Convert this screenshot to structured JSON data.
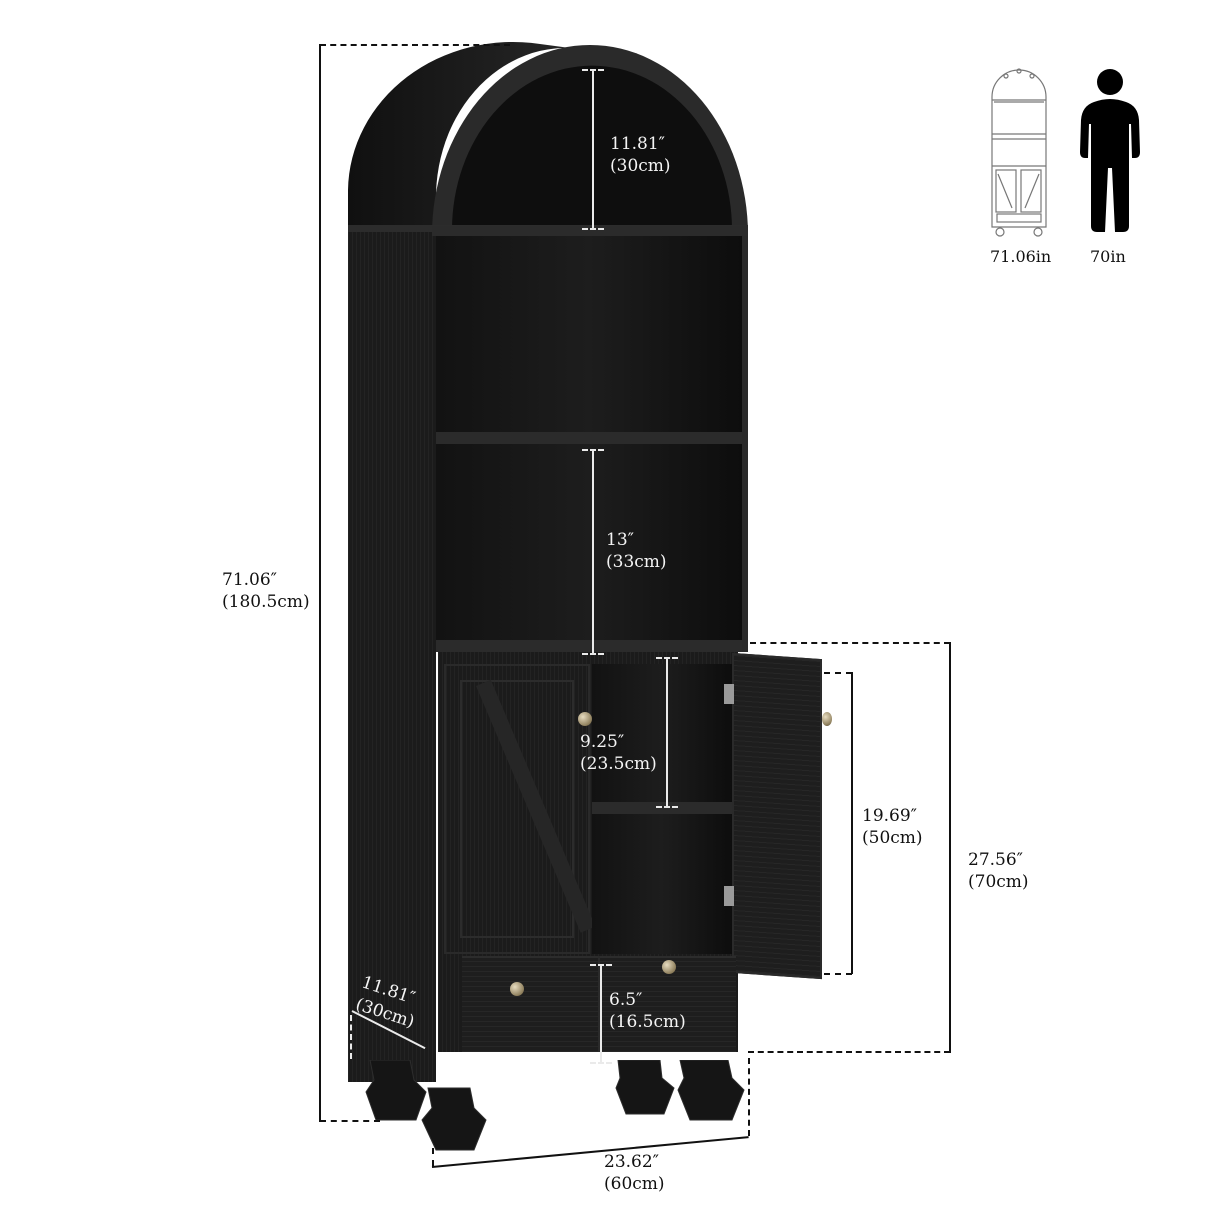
{
  "diagram": {
    "subject": "Arched bookcase with cabinet doors and drawers (black wood grain)",
    "colors": {
      "background": "#ffffff",
      "furniture": "#1b1b1b",
      "dimension_lines": "#111111",
      "inner_labels": "#f4f4f4",
      "knob": "#b5a47c"
    },
    "dimensions": {
      "overall_height": {
        "inches": "71.06″",
        "cm": "(180.5cm)"
      },
      "arch_section": {
        "inches": "11.81″",
        "cm": "(30cm)"
      },
      "open_shelf": {
        "inches": "13″",
        "cm": "(33cm)"
      },
      "cabinet_shelf": {
        "inches": "9.25″",
        "cm": "(23.5cm)"
      },
      "door_height": {
        "inches": "19.69″",
        "cm": "(50cm)"
      },
      "lower_cabinet_height": {
        "inches": "27.56″",
        "cm": "(70cm)"
      },
      "depth": {
        "inches": "11.81″",
        "cm": "(30cm)"
      },
      "drawer_height": {
        "inches": "6.5″",
        "cm": "(16.5cm)"
      },
      "width": {
        "inches": "23.62″",
        "cm": "(60cm)"
      }
    },
    "size_comparison": {
      "furniture_label": "71.06in",
      "person_label": "70in",
      "furniture_icon": "bookcase-outline-icon",
      "person_icon": "person-silhouette-icon"
    }
  }
}
